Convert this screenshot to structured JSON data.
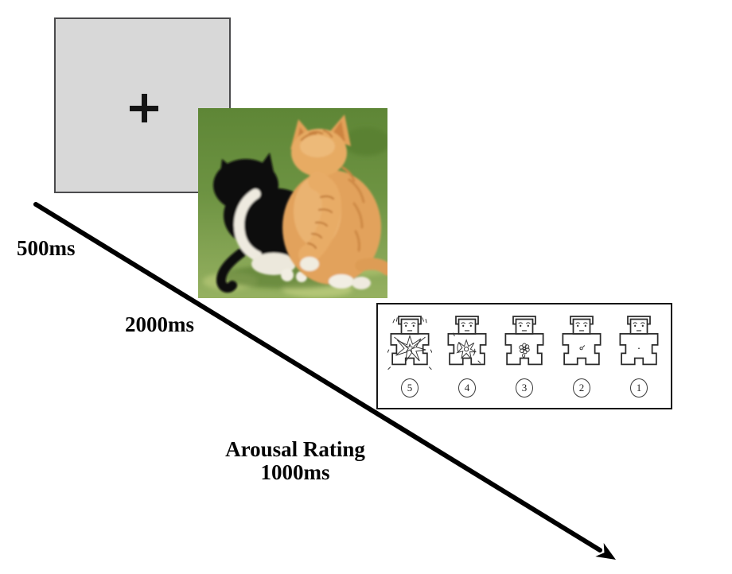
{
  "colors": {
    "background": "#ffffff",
    "arrow": "#000000",
    "fixation_bg": "#d8d8d8",
    "fixation_border": "#4b4b4d",
    "text": "#050505",
    "panel_border": "#161616",
    "grass_green": "#6d9342",
    "orange_cat": "#e2a25c",
    "black_cat": "#0c0c0c"
  },
  "fixation": {
    "symbol": "+",
    "duration_label": "500ms"
  },
  "stimulus": {
    "duration_label": "2000ms",
    "content": "two kittens on grass viewed from behind, orange tabby kitten with paw around black-and-white kitten"
  },
  "rating": {
    "title": "Arousal Rating",
    "duration_label": "1000ms",
    "scale": {
      "type": "SAM arousal manikins",
      "numbers": [
        "5",
        "4",
        "3",
        "2",
        "1"
      ]
    }
  }
}
